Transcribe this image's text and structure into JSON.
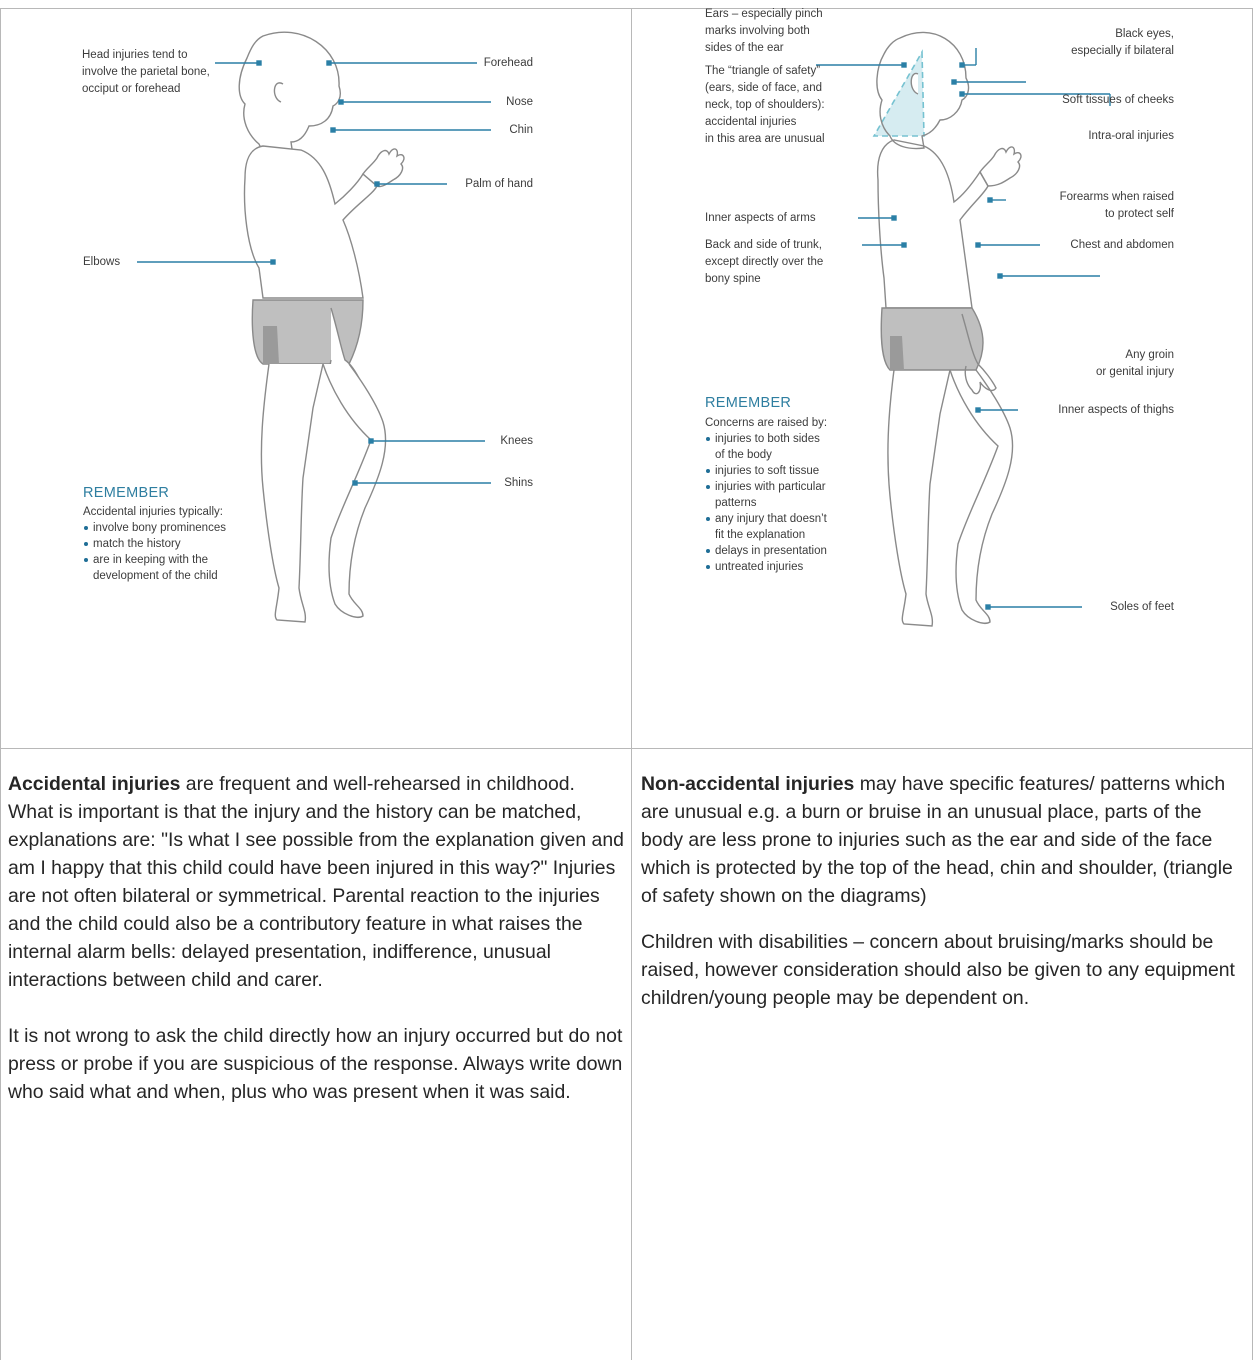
{
  "left_diagram": {
    "labels": {
      "head_injuries": "Head injuries tend to\ninvolve the parietal bone,\nocciput or forehead",
      "forehead": "Forehead",
      "nose": "Nose",
      "chin": "Chin",
      "palm": "Palm of hand",
      "elbows": "Elbows",
      "knees": "Knees",
      "shins": "Shins"
    },
    "remember": {
      "title": "REMEMBER",
      "intro": "Accidental injuries typically:",
      "items": [
        "involve bony prominences",
        "match the history",
        "are in keeping with the\ndevelopment of the child"
      ]
    }
  },
  "right_diagram": {
    "labels": {
      "ears": "Ears – especially pinch\nmarks involving both\nsides of the ear",
      "triangle": "The “triangle of safety”\n(ears, side of face, and\nneck, top of shoulders):\naccidental injuries\nin this area are unusual",
      "inner_arms": "Inner aspects of arms",
      "back_trunk": "Back and side of trunk,\nexcept directly over the\nbony spine",
      "black_eyes": "Black eyes,\nespecially if bilateral",
      "cheeks": "Soft tissues of cheeks",
      "intra_oral": "Intra-oral injuries",
      "forearms": "Forearms when raised\nto protect self",
      "chest": "Chest and abdomen",
      "groin": "Any groin\nor genital injury",
      "thighs": "Inner aspects of thighs",
      "soles": "Soles of feet"
    },
    "remember": {
      "title": "REMEMBER",
      "intro": "Concerns are raised by:",
      "items": [
        "injuries to both sides\nof the body",
        "injuries to soft tissue",
        "injuries with particular\npatterns",
        "any injury that doesn’t\nfit the explanation",
        "delays in presentation",
        "untreated injuries"
      ]
    }
  },
  "accidental": {
    "heading": "Accidental injuries",
    "para1": " are frequent and well-rehearsed in childhood. What is important is that the injury and the history can be matched, explanations are: \"Is what I see possible from the explanation given and am I happy that this child could have been injured in this way?\" Injuries are not often bilateral or symmetrical. Parental reaction to the injuries and the child could also be a contributory feature in what raises the internal alarm bells: delayed presentation, indifference, unusual interactions between child and carer.",
    "para2": "It is not wrong to ask the child directly how an injury occurred but do not press or probe if you are suspicious of the response. Always write down who said what and when, plus who was present when it was said."
  },
  "non_accidental": {
    "heading": "Non-accidental injuries",
    "para1": " may have specific features/ patterns which are unusual e.g. a burn or bruise in an unusual place, parts of the body are less prone to injuries such as the ear and side of the face which is protected by the top of the head, chin and shoulder, (triangle of safety shown on the diagrams)",
    "para2": "Children with disabilities – concern about bruising/marks should be raised, however consideration should also be given to any equipment children/young people may be dependent on."
  },
  "colors": {
    "accent": "#2e7ea0",
    "leader_line": "#2a7fa6",
    "shorts": "#bfbfbf",
    "outline": "#8a8a8a",
    "triangle": "#5fb8c9"
  }
}
